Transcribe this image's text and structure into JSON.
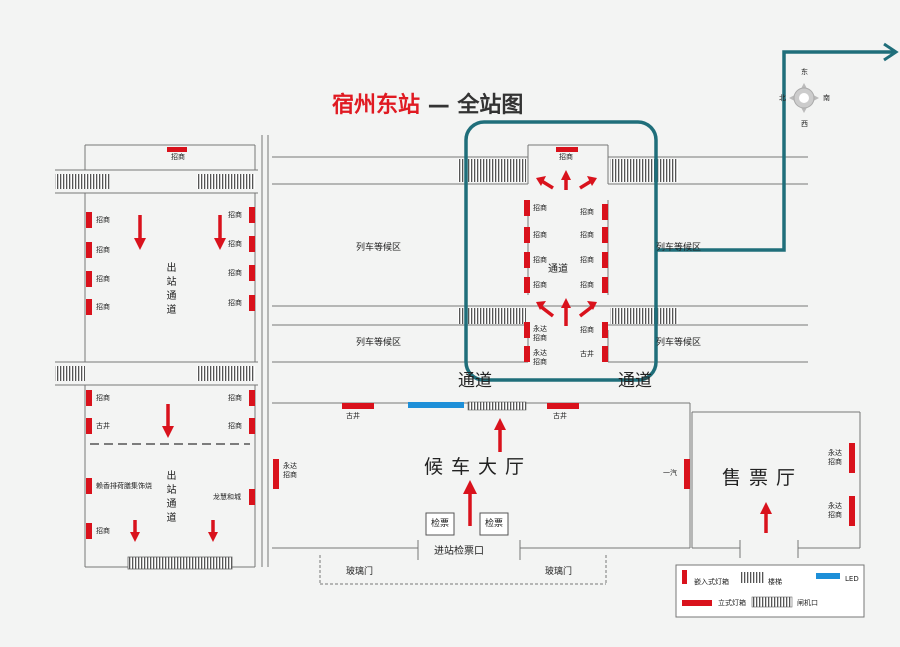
{
  "title": {
    "main": "宿州东站",
    "separator": "—",
    "sub": "全站图",
    "main_color": "#e01a22"
  },
  "compass": {
    "east": "东",
    "south": "南",
    "west": "西",
    "north": "北"
  },
  "colors": {
    "red": "#d9121c",
    "blue": "#1d8fd8",
    "teal": "#1f6e7a",
    "line": "#666666"
  },
  "labels": {
    "zhaoshang": "招商",
    "chuzhan_tongdao": "出站通道",
    "lieche_dengchu": "列车等候区",
    "tongdao": "通道",
    "houche_dating": "候车大厅",
    "shoupiao_ting": "售票厅",
    "jinzhan_jianpiaokou": "进站检票口",
    "jianpiao": "检票",
    "boli_men": "玻璃门",
    "gujing": "古井",
    "yongda": "永达",
    "yongda_zhaoshang": "永达招商",
    "longmu": "龙慧和城",
    "jiudian": "赖香排荷膳集饰烧",
    "yihan": "一汽"
  },
  "legend": {
    "qianru": "嵌入式灯箱",
    "louti": "楼梯",
    "led": "LED",
    "lishi": "立式灯箱",
    "zhaji": "闸机口"
  }
}
